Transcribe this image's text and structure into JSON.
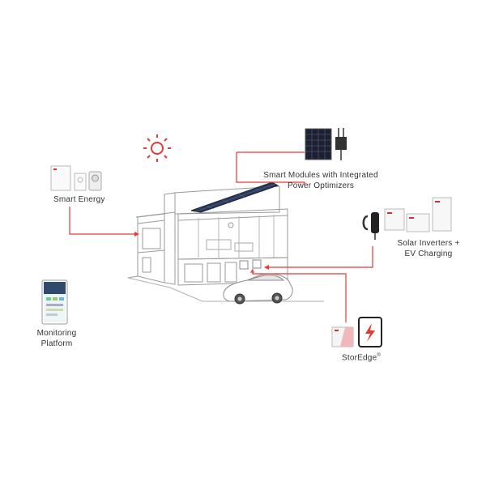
{
  "colors": {
    "connector": "#e53935",
    "sun": "#e53935",
    "line_art": "#9a9a9a",
    "brand_red": "#d32f2f",
    "panel": "#1c2233"
  },
  "labels": {
    "smart_energy": "Smart Energy",
    "modules_line1": "Smart Modules with Integrated",
    "modules_line2": "Power Optimizers",
    "inverters_line1": "Solar Inverters +",
    "inverters_line2": "EV Charging",
    "monitoring_line1": "Monitoring",
    "monitoring_line2": "Platform",
    "storedge": "StorEdge",
    "storedge_mark": "®"
  },
  "icons": {
    "sun": "sun-icon",
    "solar_panel": "solar-panel-icon",
    "house": "house-illustration",
    "car": "car-illustration",
    "phone": "monitoring-phone-icon",
    "battery": "battery-icon",
    "ev_charger": "ev-charger-icon",
    "inverter": "inverter-icon"
  }
}
